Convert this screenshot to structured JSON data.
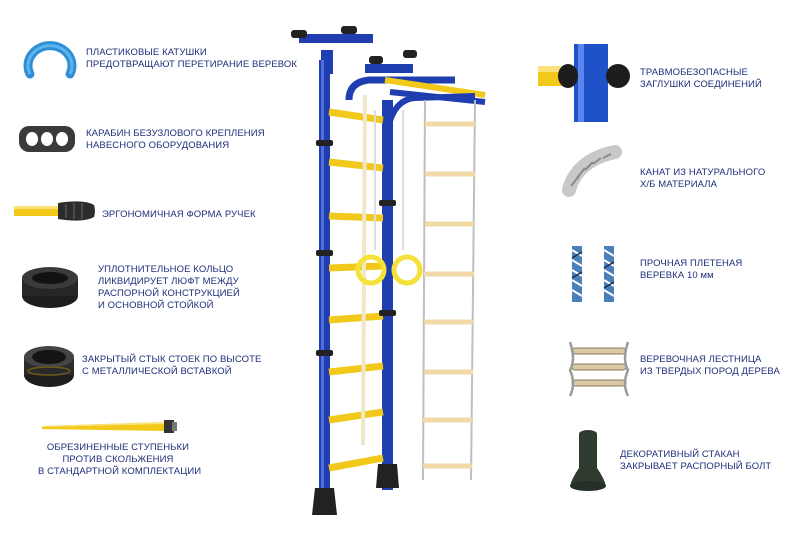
{
  "colors": {
    "frame_blue": "#1f3fb0",
    "rung_yellow": "#f2c81a",
    "caption_text": "#1f2f7a",
    "rubber_black": "#2a2a2a",
    "wood": "#f1d9a8"
  },
  "left_features": [
    {
      "icon": "plastic-spool-icon",
      "lines": [
        "ПЛАСТИКОВЫЕ КАТУШКИ",
        "ПРЕДОТВРАЩАЮТ ПЕРЕТИРАНИЕ ВЕРЕВОК"
      ]
    },
    {
      "icon": "carabiner-icon",
      "lines": [
        "КАРАБИН БЕЗУЗЛОВОГО КРЕПЛЕНИЯ",
        "НАВЕСНОГО ОБОРУДОВАНИЯ"
      ]
    },
    {
      "icon": "handle-grip-icon",
      "lines": [
        "ЭРГОНОМИЧНАЯ ФОРМА РУЧЕК"
      ]
    },
    {
      "icon": "sealing-ring-icon",
      "lines": [
        "УПЛОТНИТЕЛЬНОЕ КОЛЬЦО",
        "ЛИКВИДИРУЕТ ЛЮФТ МЕЖДУ",
        "РАСПОРНОЙ КОНСТРУКЦИЕЙ",
        "И ОСНОВНОЙ СТОЙКОЙ"
      ]
    },
    {
      "icon": "joint-ring-icon",
      "lines": [
        "ЗАКРЫТЫЙ СТЫК СТОЕК ПО ВЫСОТЕ",
        "С МЕТАЛЛИЧЕСКОЙ ВСТАВКОЙ"
      ]
    },
    {
      "icon": "rubber-rung-icon",
      "lines": [
        "ОБРЕЗИНЕННЫЕ СТУПЕНЬКИ",
        "ПРОТИВ СКОЛЬЖЕНИЯ",
        "В СТАНДАРТНОЙ КОМПЛЕКТАЦИИ"
      ]
    }
  ],
  "right_features": [
    {
      "icon": "joint-plug-icon",
      "lines": [
        "ТРАВМОБЕЗОПАСНЫЕ",
        "ЗАГЛУШКИ СОЕДИНЕНИЙ"
      ]
    },
    {
      "icon": "cotton-rope-icon",
      "lines": [
        "КАНАТ ИЗ НАТУРАЛЬНОГО",
        "Х/Б МАТЕРИАЛА"
      ]
    },
    {
      "icon": "braided-rope-icon",
      "lines": [
        "ПРОЧНАЯ ПЛЕТЕНАЯ",
        "ВЕРЕВКА 10 мм"
      ]
    },
    {
      "icon": "rope-ladder-icon",
      "lines": [
        "ВЕРЕВОЧНАЯ ЛЕСТНИЦА",
        "ИЗ ТВЕРДЫХ ПОРОД ДЕРЕВА"
      ]
    },
    {
      "icon": "decor-cup-icon",
      "lines": [
        "ДЕКОРАТИВНЫЙ СТАКАН",
        "ЗАКРЫВАЕТ РАСПОРНЫЙ БОЛТ"
      ]
    }
  ]
}
